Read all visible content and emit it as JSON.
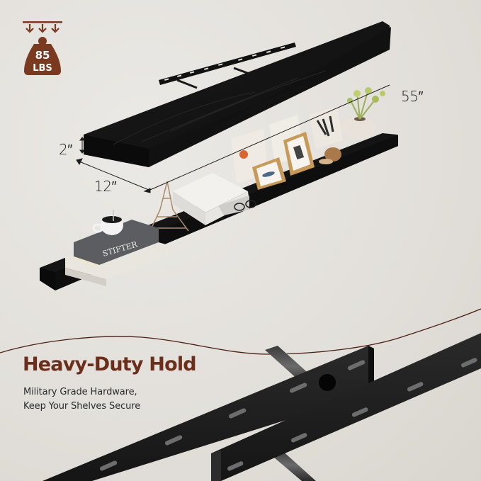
{
  "badge": {
    "icon": "weight-capacity-icon",
    "value": "85",
    "unit": "LBS",
    "color": "#7a3a20"
  },
  "dimensions": {
    "length": "55″",
    "height": "2″",
    "depth": "12″"
  },
  "product": {
    "shelf_color": "#111111",
    "props": [
      "coffee-cup",
      "books-stifter",
      "eiffel-tower-figurine",
      "open-book",
      "eyeglasses",
      "picture-frames",
      "wooden-snail",
      "plant-vase"
    ]
  },
  "feature": {
    "title": "Heavy-Duty Hold",
    "line1": "Military Grade Hardware,",
    "line2": "Keep Your Shelves Secure",
    "title_color": "#6b2e1a",
    "divider_color": "#6b2e1a"
  }
}
